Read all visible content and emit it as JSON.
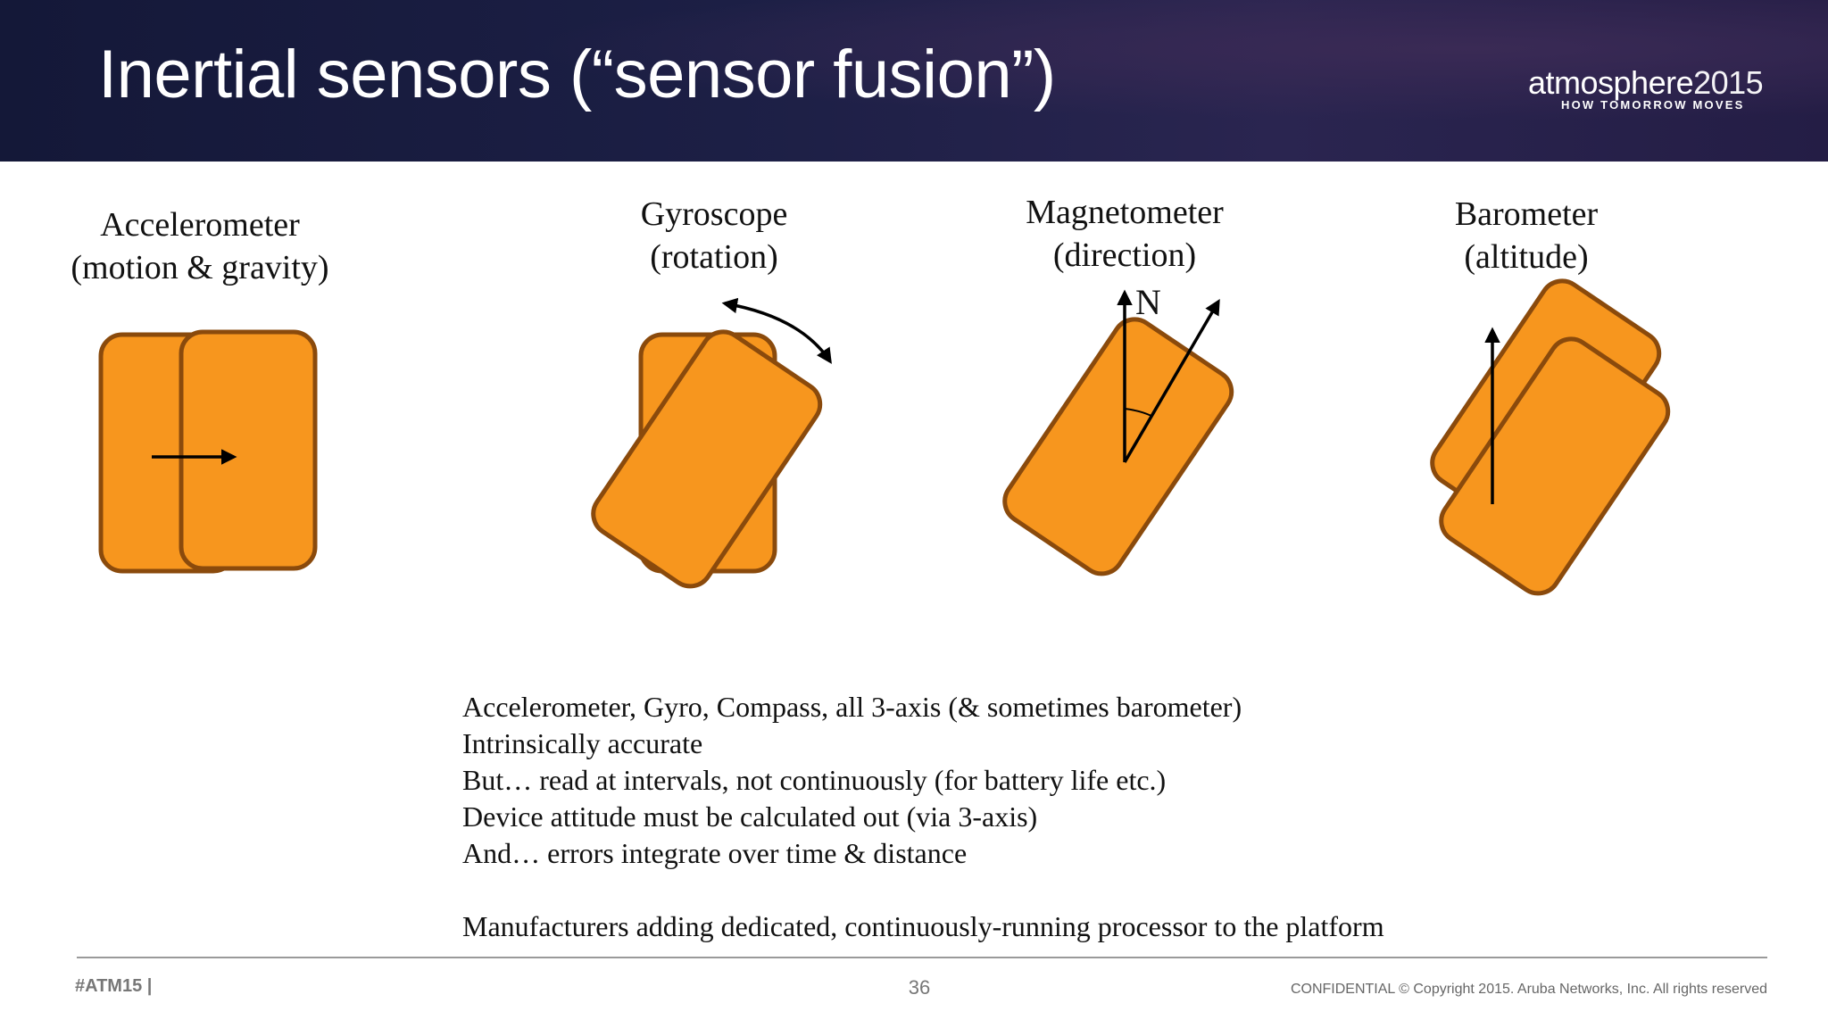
{
  "slide": {
    "title": "Inertial sensors (“sensor fusion”)",
    "page_number": "36"
  },
  "logo": {
    "name": "atmosphere",
    "year": "2015",
    "tagline": "HOW TOMORROW MOVES"
  },
  "sensors": [
    {
      "name": "Accelerometer",
      "detail": "(motion & gravity)"
    },
    {
      "name": "Gyroscope",
      "detail": "(rotation)"
    },
    {
      "name": "Magnetometer",
      "detail": "(direction)",
      "marker": "N"
    },
    {
      "name": "Barometer",
      "detail": "(altitude)"
    }
  ],
  "notes": [
    "Accelerometer, Gyro, Compass, all 3-axis (& sometimes barometer)",
    "Intrinsically accurate",
    "But… read at intervals, not continuously (for battery life etc.)",
    "Device attitude must be calculated out (via 3-axis)",
    "And… errors integrate over time & distance",
    "",
    "Manufacturers adding dedicated, continuously-running processor to the platform"
  ],
  "footer": {
    "hashtag": "#ATM15 |",
    "copyright": "CONFIDENTIAL © Copyright 2015. Aruba Networks, Inc. All rights reserved"
  },
  "colors": {
    "phone_fill": "#f7961e",
    "phone_stroke": "#8a4a0c",
    "header_bg": "#1a1d42"
  }
}
